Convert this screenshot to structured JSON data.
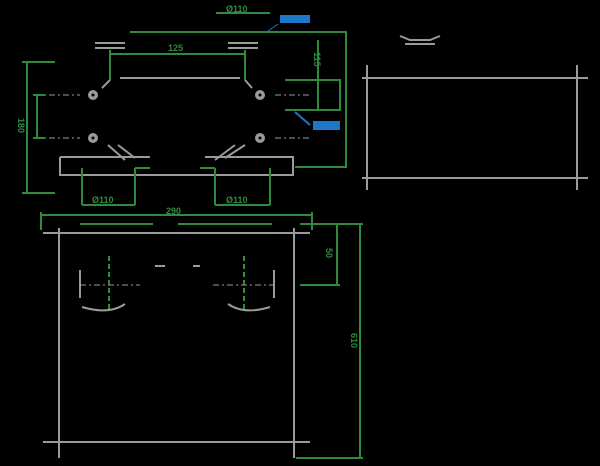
{
  "drawing": {
    "top_view": {
      "dim_top_diameter": "Ø110",
      "dim_center_spacing": "125",
      "dim_height_left": "180",
      "dim_right": "115",
      "dim_bottom_left_diameter": "Ø110",
      "dim_bottom_right_diameter": "Ø110"
    },
    "front_view": {
      "dim_width": "290",
      "dim_offset": "50",
      "dim_height": "610"
    },
    "colors": {
      "dimension": "#2e8b3e",
      "outline": "#9a9a9a",
      "callout": "#1f77c8",
      "background": "#000000"
    }
  }
}
